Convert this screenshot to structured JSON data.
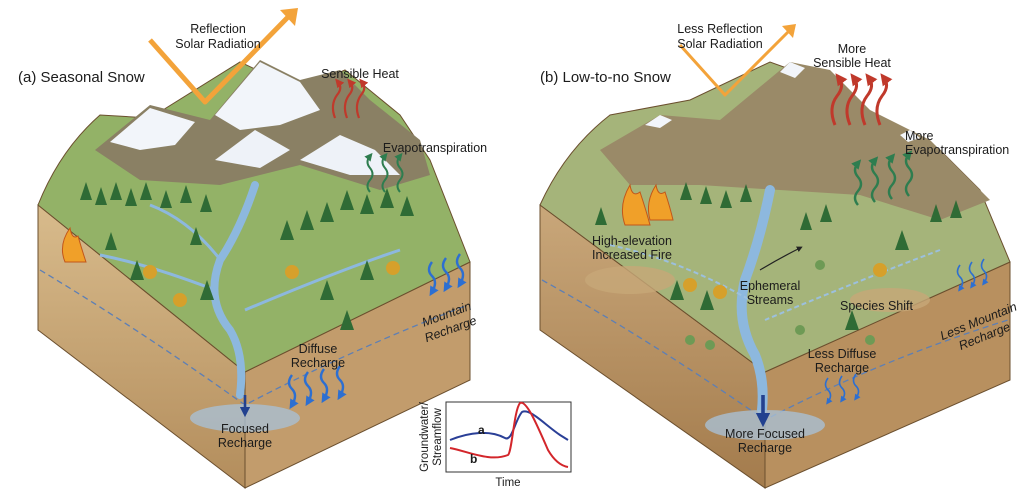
{
  "panel_a": {
    "title": "(a) Seasonal Snow",
    "reflection_line1": "Reflection",
    "reflection_line2": "Solar Radiation",
    "sensible_heat": "Sensible Heat",
    "evapotranspiration": "Evapotranspiration",
    "mountain_recharge_line1": "Mountain",
    "mountain_recharge_line2": "Recharge",
    "diffuse_recharge_line1": "Diffuse",
    "diffuse_recharge_line2": "Recharge",
    "focused_recharge_line1": "Focused",
    "focused_recharge_line2": "Recharge"
  },
  "panel_b": {
    "title": "(b) Low-to-no Snow",
    "reflection_line1": "Less Reflection",
    "reflection_line2": "Solar Radiation",
    "sensible_heat_line1": "More",
    "sensible_heat_line2": "Sensible Heat",
    "evapotranspiration_line1": "More",
    "evapotranspiration_line2": "Evapotranspiration",
    "fire_line1": "High-elevation",
    "fire_line2": "Increased Fire",
    "ephemeral_line1": "Ephemeral",
    "ephemeral_line2": "Streams",
    "species_shift": "Species Shift",
    "mountain_recharge_line1": "Less Mountain",
    "mountain_recharge_line2": "Recharge",
    "diffuse_recharge_line1": "Less Diffuse",
    "diffuse_recharge_line2": "Recharge",
    "focused_recharge_line1": "More Focused",
    "focused_recharge_line2": "Recharge"
  },
  "inset": {
    "ylabel_line1": "Groundwater/",
    "ylabel_line2": "Streamflow",
    "xlabel": "Time",
    "series_a_label": "a",
    "series_b_label": "b"
  },
  "colors": {
    "snow_series": "#2a3f97",
    "nosnow_series": "#d3262b",
    "sensible_heat": "#c0392b",
    "evapotranspiration": "#2e7d4f",
    "recharge": "#2d6fd1",
    "sun_arrow": "#f3a33a",
    "soil": "#c9a77a",
    "grass": "#8fae63",
    "water": "#8db8de"
  },
  "icons": [
    "sun-reflection-arrow",
    "heat-arrow",
    "evapotranspiration-arrow",
    "recharge-arrow",
    "tree-icon",
    "fire-icon"
  ]
}
